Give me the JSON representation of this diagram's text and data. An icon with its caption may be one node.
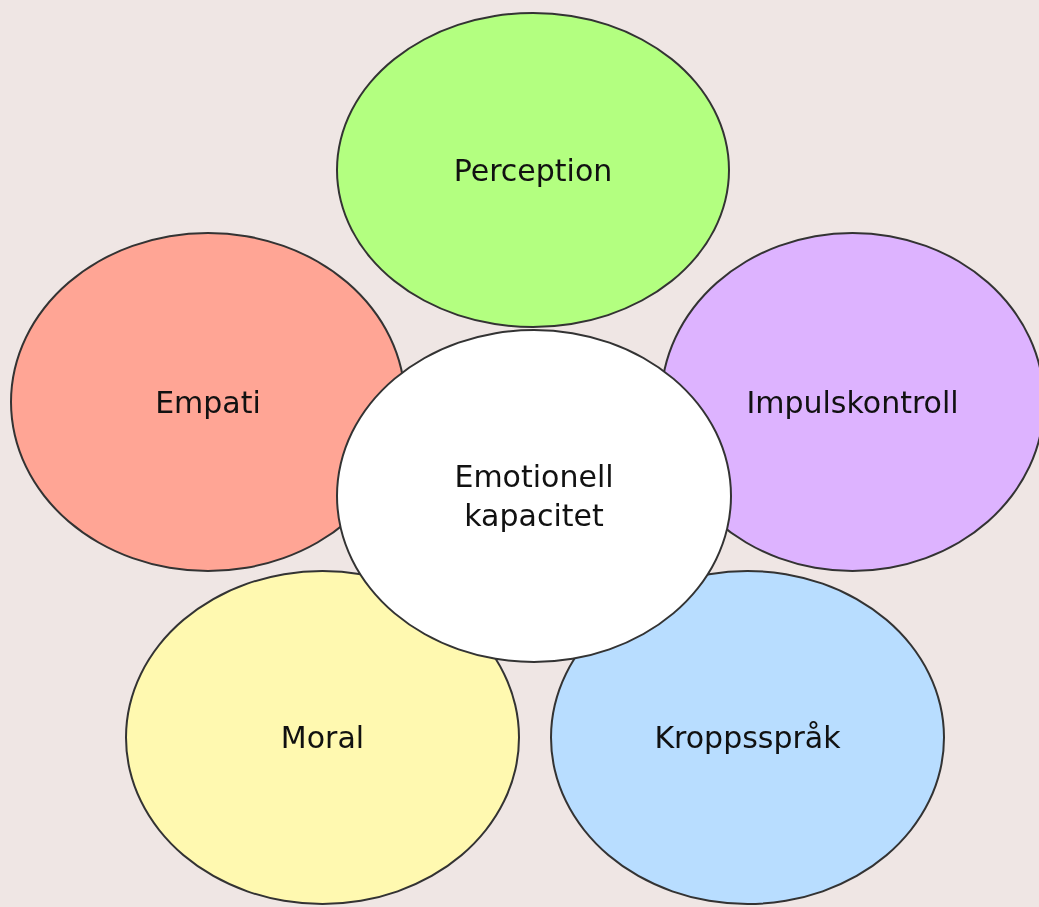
{
  "diagram": {
    "nodes": [
      {
        "text": [
          "Perception"
        ]
      },
      {
        "text": [
          "Empati"
        ]
      },
      {
        "text": [
          "Impulskontroll"
        ]
      },
      {
        "text": [
          "Emotionell kapacitet"
        ]
      },
      {
        "text": [
          "Moral"
        ]
      },
      {
        "text": [
          "Kroppsspråk"
        ]
      }
    ],
    "edges": []
  }
}
